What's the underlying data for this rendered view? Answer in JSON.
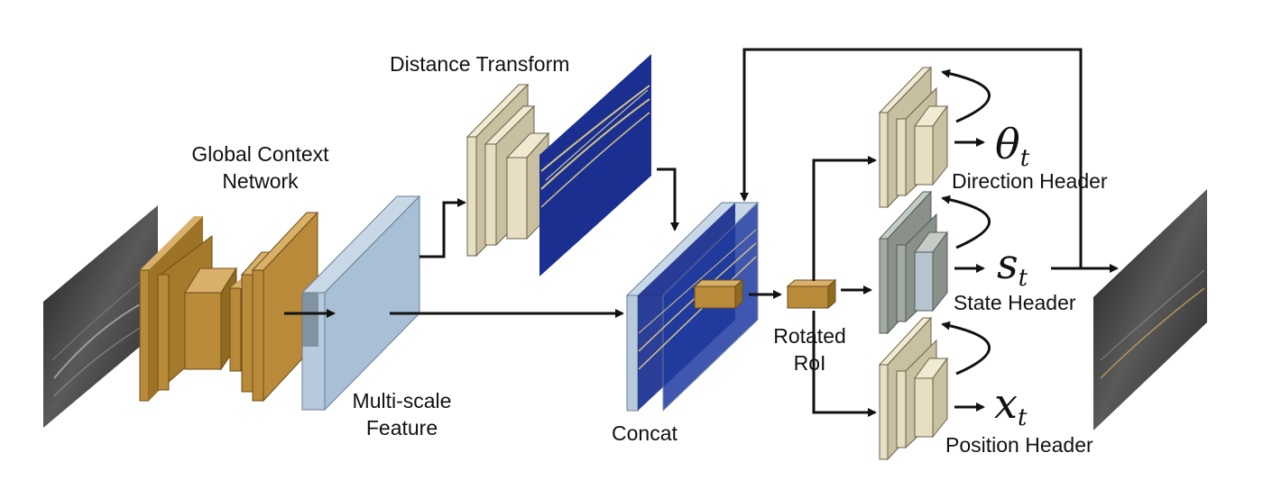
{
  "labels": {
    "global_context": [
      "Global Context",
      "Network"
    ],
    "distance_transform": "Distance Transform",
    "multi_scale": [
      "Multi-scale",
      "Feature"
    ],
    "concat": "Concat",
    "rotated_roi": [
      "Rotated",
      "RoI"
    ],
    "direction_header": "Direction Header",
    "state_header": "State Header",
    "position_header": "Position Header"
  },
  "outputs": {
    "theta": {
      "symbol": "θ",
      "sub": "t"
    },
    "s": {
      "symbol": "s",
      "sub": "t"
    },
    "x": {
      "symbol": "x",
      "sub": "t"
    }
  },
  "colors": {
    "brown": "#b88a3a",
    "beige": "#e6dfc3",
    "blue_feature": "#a8bfd6",
    "blue_map": "#1a2f8f",
    "gray_state": "#a3aaa4",
    "line": "#111111"
  }
}
